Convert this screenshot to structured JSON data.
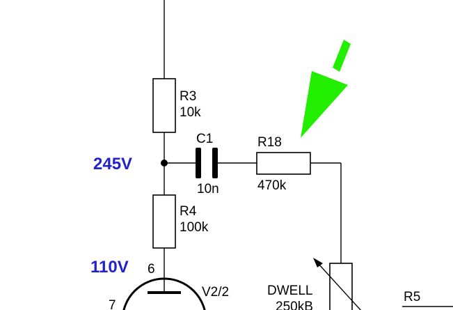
{
  "colors": {
    "wire": "#000000",
    "voltage_label": "#2222cc",
    "arrow": "#22ee00"
  },
  "components": {
    "r3": {
      "ref": "R3",
      "value": "10k"
    },
    "r4": {
      "ref": "R4",
      "value": "100k"
    },
    "c1": {
      "ref": "C1",
      "value": "10n"
    },
    "r18": {
      "ref": "R18",
      "value": "470k"
    },
    "dwell": {
      "ref": "DWELL",
      "value": "250kB"
    },
    "r5": {
      "ref": "R5"
    },
    "tube": {
      "ref": "V2/2",
      "pin_plate": "6",
      "pin_grid": "7"
    }
  },
  "voltages": {
    "node_top": "245V",
    "node_plate": "110V"
  },
  "annotations": {
    "highlight_arrow": "green-arrow-icon"
  }
}
